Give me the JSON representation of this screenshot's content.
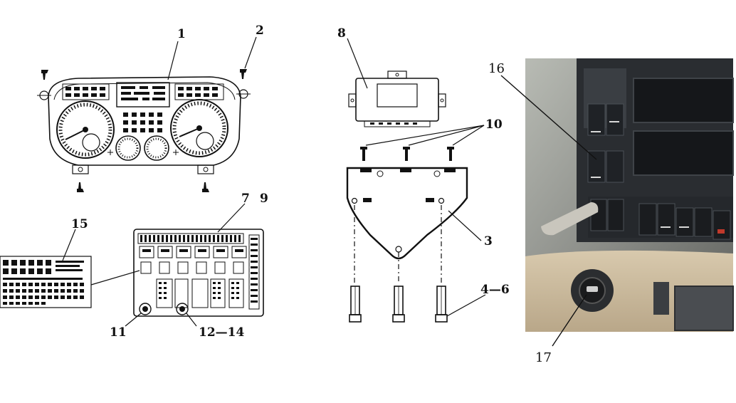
{
  "callouts": {
    "c1": "1",
    "c2": "2",
    "c3": "3",
    "c4_6": "4—6",
    "c7": "7",
    "c8": "8",
    "c9": "9",
    "c10": "10",
    "c11": "11",
    "c12_14": "12—14",
    "c15": "15",
    "c16": "16",
    "c17": "17"
  },
  "colors": {
    "line": "#111111",
    "dashboard_dark": "#1c1f22",
    "trim_beige": "#c9b89c",
    "photo_bg": "#8d8f8a"
  },
  "icons": {
    "cluster": "instrument-cluster",
    "controller": "control-module-box",
    "bracket": "mounting-bracket",
    "fusebox": "fuse-relay-box",
    "label_sheet": "fuse-label-sheet",
    "photo": "cab-switch-panel-photo"
  }
}
